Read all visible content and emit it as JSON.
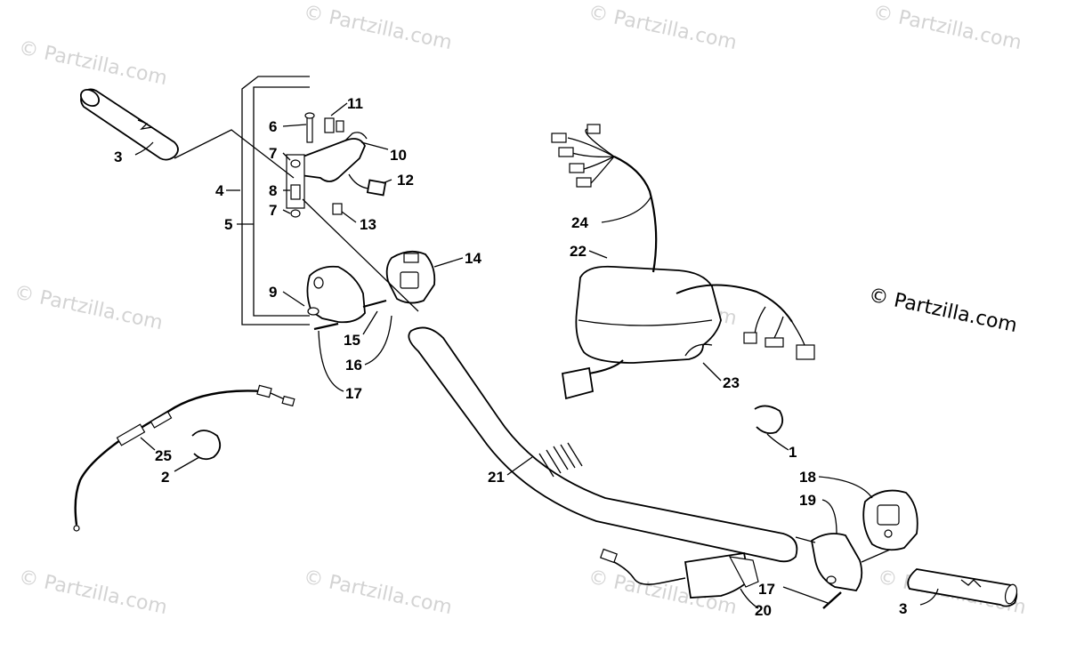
{
  "watermark": "© Partzilla.com",
  "copyright": "© Partzilla.com",
  "callouts": [
    {
      "id": "c1",
      "label": "1"
    },
    {
      "id": "c2",
      "label": "2"
    },
    {
      "id": "c3a",
      "label": "3"
    },
    {
      "id": "c3b",
      "label": "3"
    },
    {
      "id": "c4",
      "label": "4"
    },
    {
      "id": "c5",
      "label": "5"
    },
    {
      "id": "c6",
      "label": "6"
    },
    {
      "id": "c7a",
      "label": "7"
    },
    {
      "id": "c7b",
      "label": "7"
    },
    {
      "id": "c8",
      "label": "8"
    },
    {
      "id": "c9",
      "label": "9"
    },
    {
      "id": "c10",
      "label": "10"
    },
    {
      "id": "c11",
      "label": "11"
    },
    {
      "id": "c12",
      "label": "12"
    },
    {
      "id": "c13",
      "label": "13"
    },
    {
      "id": "c14",
      "label": "14"
    },
    {
      "id": "c15",
      "label": "15"
    },
    {
      "id": "c16",
      "label": "16"
    },
    {
      "id": "c17a",
      "label": "17"
    },
    {
      "id": "c17b",
      "label": "17"
    },
    {
      "id": "c18",
      "label": "18"
    },
    {
      "id": "c19",
      "label": "19"
    },
    {
      "id": "c20",
      "label": "20"
    },
    {
      "id": "c21",
      "label": "21"
    },
    {
      "id": "c22",
      "label": "22"
    },
    {
      "id": "c23",
      "label": "23"
    },
    {
      "id": "c24",
      "label": "24"
    },
    {
      "id": "c25",
      "label": "25"
    }
  ]
}
